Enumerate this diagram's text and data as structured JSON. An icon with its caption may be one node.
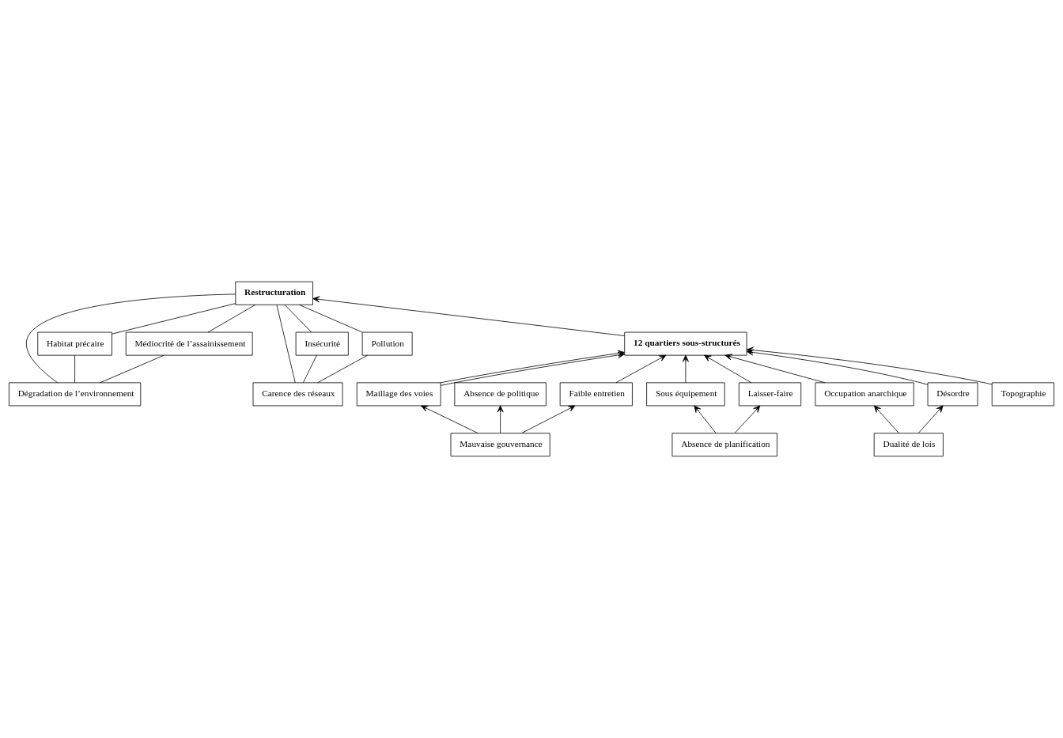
{
  "diagram": {
    "nodes": [
      {
        "text": [
          "Restructuration"
        ]
      },
      {
        "text": [
          "Habitat précaire"
        ]
      },
      {
        "text": [
          "Médiocrité de l’assainissement"
        ]
      },
      {
        "text": [
          "Insécurité"
        ]
      },
      {
        "text": [
          "Pollution"
        ]
      },
      {
        "text": [
          "Dégradation de l’environnement"
        ]
      },
      {
        "text": [
          "Carence des réseaux"
        ]
      },
      {
        "text": [
          "12 quartiers sous-structurés"
        ]
      },
      {
        "text": [
          "Maillage des voies"
        ]
      },
      {
        "text": [
          "Absence de politique"
        ]
      },
      {
        "text": [
          "Faible entretien"
        ]
      },
      {
        "text": [
          "Sous équipement"
        ]
      },
      {
        "text": [
          "Laisser-faire"
        ]
      },
      {
        "text": [
          "Occupation anarchique"
        ]
      },
      {
        "text": [
          "Désordre"
        ]
      },
      {
        "text": [
          "Mauvaise gouvernance"
        ]
      },
      {
        "text": [
          "Absence de planification"
        ]
      },
      {
        "text": [
          "Dualité de lois"
        ]
      },
      {
        "text": [
          "Topographie"
        ]
      }
    ],
    "edges": [
      {
        "from": 1,
        "to": 0,
        "arrow": "none"
      },
      {
        "from": 2,
        "to": 0,
        "arrow": "none"
      },
      {
        "from": 3,
        "to": 0,
        "arrow": "none"
      },
      {
        "from": 4,
        "to": 0,
        "arrow": "none"
      },
      {
        "from": 5,
        "to": 1,
        "arrow": "none"
      },
      {
        "from": 5,
        "to": 2,
        "arrow": "none"
      },
      {
        "from": 6,
        "to": 3,
        "arrow": "none"
      },
      {
        "from": 6,
        "to": 4,
        "arrow": "none"
      },
      {
        "from": 5,
        "to": 0,
        "arrow": "none"
      },
      {
        "from": 6,
        "to": 0,
        "arrow": "none"
      },
      {
        "from": 7,
        "to": 0,
        "arrow": "to"
      },
      {
        "from": 8,
        "to": 7,
        "arrow": "to"
      },
      {
        "from": 8,
        "to": 7,
        "arrow": "to"
      },
      {
        "from": 10,
        "to": 7,
        "arrow": "to"
      },
      {
        "from": 11,
        "to": 7,
        "arrow": "to"
      },
      {
        "from": 12,
        "to": 7,
        "arrow": "to"
      },
      {
        "from": 13,
        "to": 7,
        "arrow": "to"
      },
      {
        "from": 14,
        "to": 7,
        "arrow": "to"
      },
      {
        "from": 18,
        "to": 7,
        "arrow": "to"
      },
      {
        "from": 15,
        "to": 8,
        "arrow": "to"
      },
      {
        "from": 15,
        "to": 9,
        "arrow": "to"
      },
      {
        "from": 15,
        "to": 10,
        "arrow": "to"
      },
      {
        "from": 16,
        "to": 11,
        "arrow": "to"
      },
      {
        "from": 16,
        "to": 12,
        "arrow": "to"
      },
      {
        "from": 17,
        "to": 13,
        "arrow": "to"
      },
      {
        "from": 17,
        "to": 14,
        "arrow": "to"
      }
    ]
  }
}
